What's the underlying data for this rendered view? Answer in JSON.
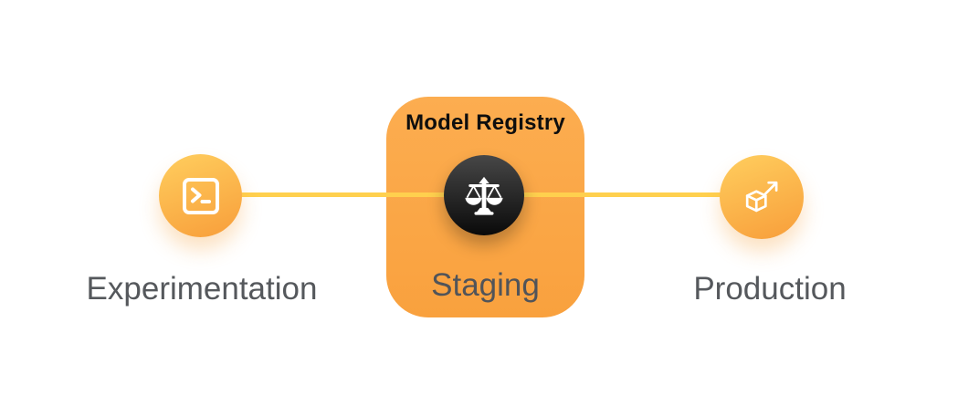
{
  "pipeline": {
    "stages": {
      "experimentation": {
        "label": "Experimentation",
        "icon": "terminal-icon"
      },
      "staging": {
        "card_title": "Model Registry",
        "label": "Staging",
        "icon": "balance-scale-icon"
      },
      "production": {
        "label": "Production",
        "icon": "cube-arrow-icon"
      }
    },
    "connector": {
      "color": "#FFD04E"
    },
    "colors": {
      "node_gradient_top": "#FFCE5E",
      "node_gradient_bottom": "#F8A03C",
      "card_gradient_top": "#FCAD50",
      "card_gradient_bottom": "#F9A13E",
      "registry_circle_top": "#474747",
      "registry_circle_bottom": "#0A0A0A",
      "icon_color": "#FFFFFF",
      "label_color": "#55585C",
      "card_title_color": "#0E0E0E"
    }
  }
}
